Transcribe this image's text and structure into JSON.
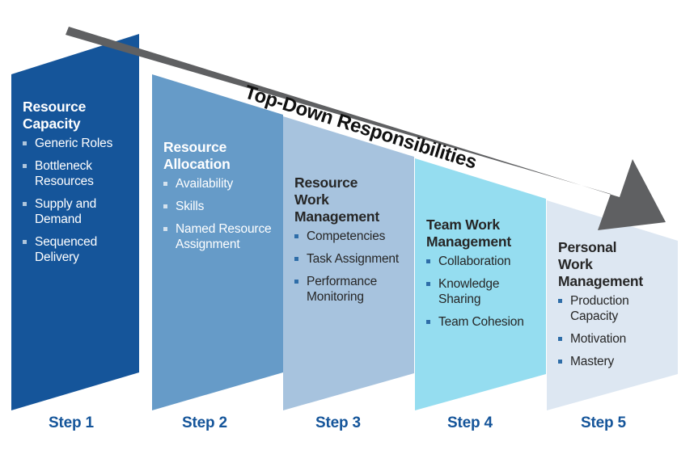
{
  "diagram": {
    "title_overlay": "Top-Down Responsibilities",
    "arrow": {
      "name": "top-down-responsibilities-arrow",
      "color": "#5F6062",
      "direction": "down-right"
    },
    "palette": {
      "step1": "#15559A",
      "step2": "#669BC8",
      "step3": "#A7C3DE",
      "step4": "#95DDF0",
      "step5": "#DDE7F2",
      "step_label_color": "#15559A",
      "light_text": "#FFFFFF",
      "dark_text": "#262626",
      "light_bullet": "#AFC6DC",
      "dark_bullet": "#2E6DA8"
    },
    "steps": [
      {
        "step_label": "Step 1",
        "title": "Resource Capacity",
        "title_lines": [
          "Resource",
          "Capacity"
        ],
        "color": "#15559A",
        "text_tone": "light",
        "items": [
          "Generic Roles",
          "Bottleneck Resources",
          "Supply and Demand",
          "Sequenced Delivery"
        ]
      },
      {
        "step_label": "Step 2",
        "title": "Resource Allocation",
        "title_lines": [
          "Resource",
          "Allocation"
        ],
        "color": "#669BC8",
        "text_tone": "light",
        "items": [
          "Availability",
          "Skills",
          "Named Resource Assignment"
        ]
      },
      {
        "step_label": "Step 3",
        "title": "Resource Work Management",
        "title_lines": [
          "Resource",
          "Work",
          "Management"
        ],
        "color": "#A7C3DE",
        "text_tone": "dark",
        "items": [
          "Competencies",
          "Task Assignment",
          "Performance Monitoring"
        ]
      },
      {
        "step_label": "Step 4",
        "title": "Team Work Management",
        "title_lines": [
          "Team Work",
          "Management"
        ],
        "color": "#95DDF0",
        "text_tone": "dark",
        "items": [
          "Collaboration",
          "Knowledge Sharing",
          "Team Cohesion"
        ]
      },
      {
        "step_label": "Step 5",
        "title": "Personal Work Management",
        "title_lines": [
          "Personal",
          "Work",
          "Management"
        ],
        "color": "#DDE7F2",
        "text_tone": "dark",
        "items": [
          "Production Capacity",
          "Motivation",
          "Mastery"
        ]
      }
    ]
  }
}
